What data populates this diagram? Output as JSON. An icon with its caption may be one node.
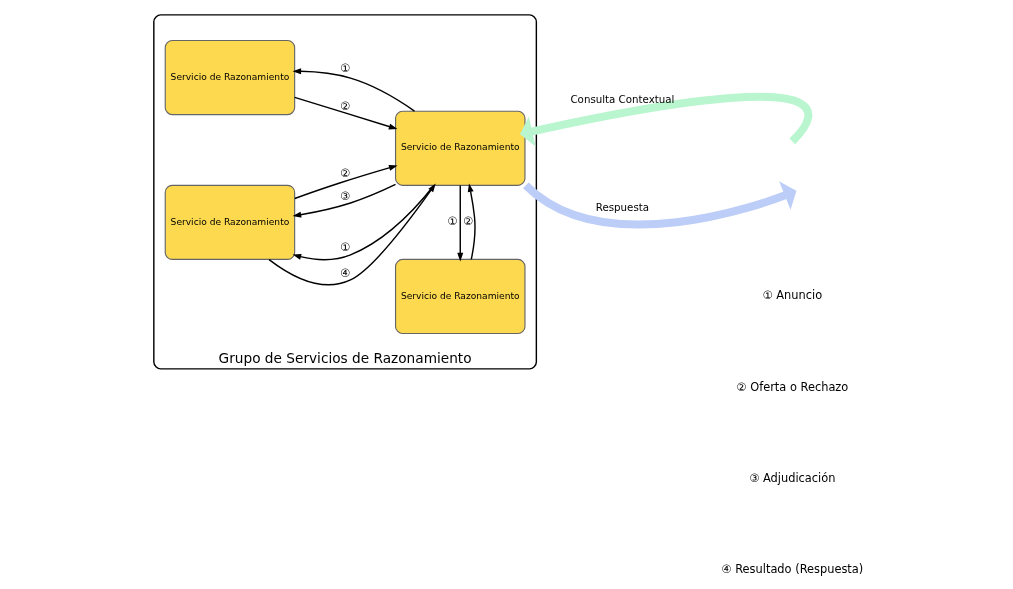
{
  "diagram": {
    "nodes": [
      {
        "text": [
          "Grupo de Servicios de Razonamiento"
        ]
      },
      {
        "text": [
          "Servicio de Razonamiento"
        ],
        "in": 0
      },
      {
        "text": [
          "Servicio de Razonamiento"
        ],
        "in": 0
      },
      {
        "text": [
          "Servicio de Razonamiento"
        ],
        "in": 0
      },
      {
        "text": [
          "Servicio de Razonamiento"
        ],
        "in": 0
      }
    ],
    "edges": [
      {
        "from": 2,
        "to": 1,
        "arrow": "to",
        "label": "①"
      },
      {
        "from": 1,
        "to": 2,
        "arrow": "to",
        "label": "②"
      },
      {
        "from": 2,
        "to": 3,
        "arrow": "to",
        "label": "①"
      },
      {
        "from": 3,
        "to": 2,
        "arrow": "to",
        "label": "②"
      },
      {
        "from": 2,
        "to": 3,
        "arrow": "to",
        "label": "③"
      },
      {
        "from": 3,
        "to": 2,
        "arrow": "to",
        "label": "④"
      },
      {
        "from": 2,
        "to": 4,
        "arrow": "to",
        "label": "①"
      },
      {
        "from": 4,
        "to": 2,
        "arrow": "to",
        "label": "②"
      },
      {
        "from": null,
        "to": 2,
        "arrow": "to",
        "label": "Consulta Contextual",
        "style": "thick",
        "color": "#b9f5cf"
      },
      {
        "from": 2,
        "to": null,
        "arrow": "to",
        "label": "Respuesta",
        "style": "thick",
        "color": "#bccdf7"
      }
    ],
    "labels": [
      "① Anuncio",
      "② Oferta o Rechazo",
      "③ Adjudicación",
      "④ Resultado (Respuesta)"
    ]
  }
}
